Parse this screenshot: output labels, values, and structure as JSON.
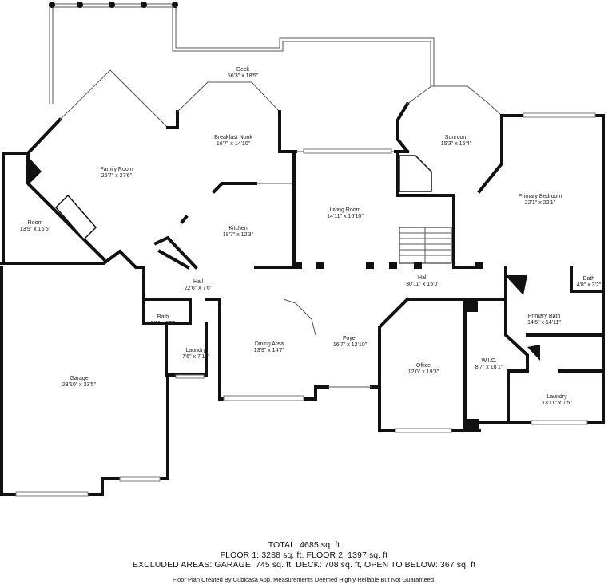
{
  "rooms": [
    {
      "id": "deck",
      "name": "Deck",
      "dims": "56'3\" x 18'5\""
    },
    {
      "id": "family-room",
      "name": "Family Room",
      "dims": "26'7\" x 27'6\""
    },
    {
      "id": "breakfast-nook",
      "name": "Breakfast Nook",
      "dims": "16'7\" x 14'10\""
    },
    {
      "id": "sunroom",
      "name": "Sunroom",
      "dims": "15'3\" x 15'4\""
    },
    {
      "id": "primary-bedroom",
      "name": "Primary Bedroom",
      "dims": "22'1\" x 22'1\""
    },
    {
      "id": "room",
      "name": "Room",
      "dims": "13'9\" x 15'5\""
    },
    {
      "id": "living-room",
      "name": "Living Room",
      "dims": "14'11\" x 16'10\""
    },
    {
      "id": "kitchen",
      "name": "Kitchen",
      "dims": "18'7\" x 12'3\""
    },
    {
      "id": "hall-west",
      "name": "Hall",
      "dims": "22'6\" x 7'6\""
    },
    {
      "id": "hall-east",
      "name": "Hall",
      "dims": "30'11\" x 15'0\""
    },
    {
      "id": "bath-small",
      "name": "Bath",
      "dims": "4'8\" x 3'2\""
    },
    {
      "id": "bath-west",
      "name": "Bath",
      "dims": "5'2\" x 5'5\""
    },
    {
      "id": "primary-bath",
      "name": "Primary Bath",
      "dims": "14'5\" x 14'11\""
    },
    {
      "id": "laundry-west",
      "name": "Laundry",
      "dims": "7'6\" x 7'11\""
    },
    {
      "id": "dining-area",
      "name": "Dining Area",
      "dims": "13'9\" x 14'7\""
    },
    {
      "id": "foyer",
      "name": "Foyer",
      "dims": "16'7\" x 12'10\""
    },
    {
      "id": "garage",
      "name": "Garage",
      "dims": "23'10\" x 33'5\""
    },
    {
      "id": "office",
      "name": "Office",
      "dims": "12'0\" x 19'3\""
    },
    {
      "id": "wic",
      "name": "W.I.C.",
      "dims": "8'7\" x 18'1\""
    },
    {
      "id": "laundry-east",
      "name": "Laundry",
      "dims": "13'11\" x 7'5\""
    }
  ],
  "summary": {
    "total": "TOTAL: 4685 sq. ft",
    "floors": "FLOOR 1: 3288 sq. ft, FLOOR 2: 1397 sq. ft",
    "excluded": "EXCLUDED AREAS: GARAGE: 745 sq. ft, DECK: 708 sq. ft, OPEN TO BELOW: 367 sq. ft",
    "credit": "Floor Plan Created By Cubicasa App. Measurements Deemed Highly Reliable But Not Guaranteed."
  }
}
